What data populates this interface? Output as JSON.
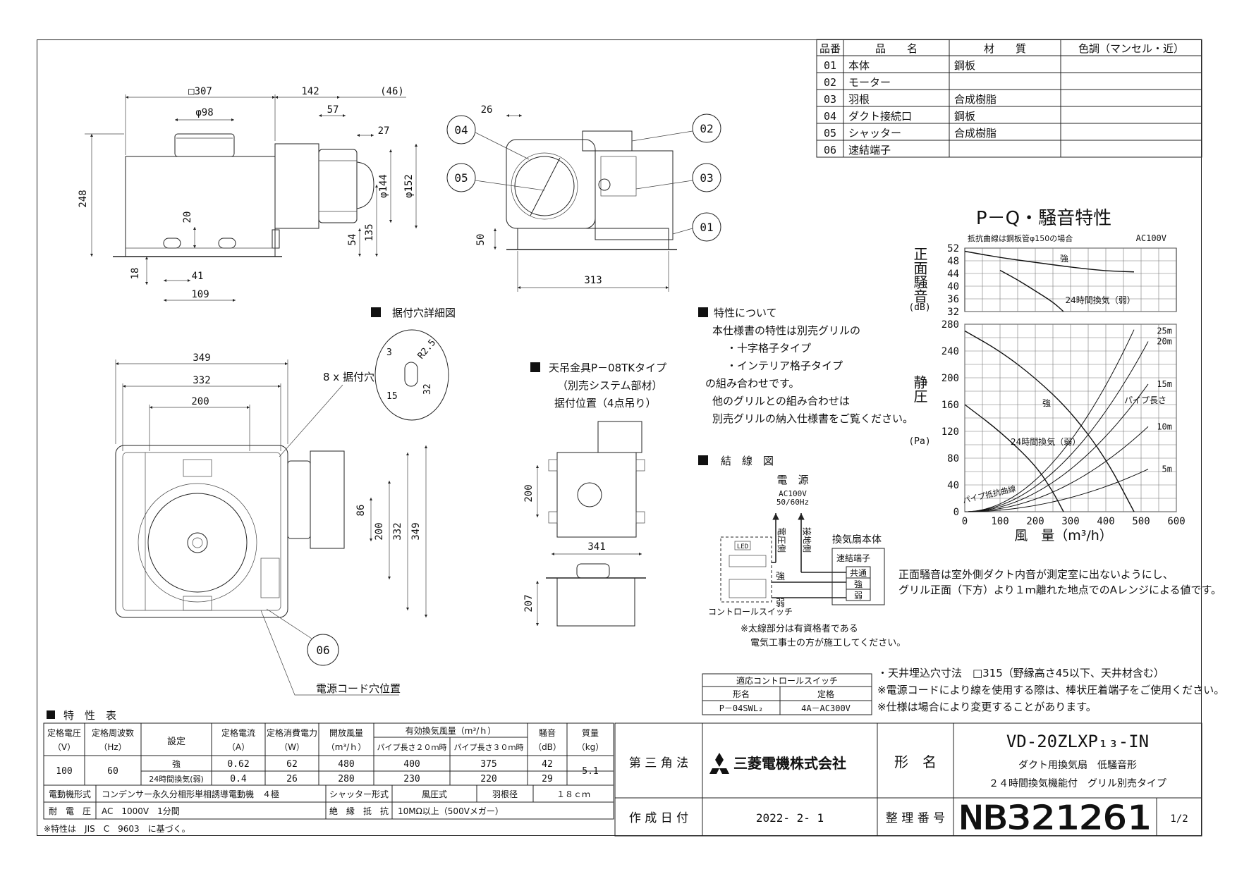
{
  "parts_table": {
    "headers": [
      "品番",
      "品　　名",
      "材　　質",
      "色調（マンセル・近）"
    ],
    "rows": [
      [
        "01",
        "本体",
        "鋼板",
        ""
      ],
      [
        "02",
        "モーター",
        "",
        ""
      ],
      [
        "03",
        "羽根",
        "合成樹脂",
        ""
      ],
      [
        "04",
        "ダクト接続口",
        "鋼板",
        ""
      ],
      [
        "05",
        "シャッター",
        "合成樹脂",
        ""
      ],
      [
        "06",
        "速結端子",
        "",
        ""
      ]
    ]
  },
  "dims_front": {
    "sq307": "□307",
    "d98": "φ98",
    "w142": "142",
    "p46": "(46)",
    "w57": "57",
    "w27": "27",
    "h248": "248",
    "d144": "φ144",
    "d152": "φ152",
    "h20": "20",
    "h54": "54",
    "h135": "135",
    "h18": "18",
    "w41": "41",
    "w109": "109"
  },
  "dims_side": {
    "w26": "26",
    "h50": "50",
    "w313": "313"
  },
  "callouts": [
    "04",
    "05",
    "02",
    "03",
    "01",
    "06"
  ],
  "dims_top": {
    "w349": "349",
    "w332": "332",
    "w200": "200",
    "h86": "86",
    "h200": "200",
    "h332": "332",
    "h349": "349",
    "holes": "8 x 据付穴",
    "cord": "電源コード穴位置"
  },
  "hole_detail": {
    "title": "据付穴詳細図",
    "d3": "3",
    "r25": "R2.5",
    "d15": "15",
    "w32": "32"
  },
  "hanger": {
    "title": "天吊金具P－08TKタイプ",
    "sub1": "（別売システム部材）",
    "sub2": "据付位置（4点吊り）",
    "h200": "200",
    "w341": "341",
    "h207": "207"
  },
  "features_note": {
    "title": "特性について",
    "lines": [
      "本仕様書の特性は別売グリルの",
      "・十字格子タイプ",
      "・インテリア格子タイプ",
      "の組み合わせです。",
      "他のグリルとの組み合わせは",
      "別売グリルの納入仕様書をご覧ください。"
    ]
  },
  "wiring": {
    "title": "結　線　図",
    "power": "電　源",
    "ac": "AC100V",
    "hz": "50/60Hz",
    "power_side": "電圧側",
    "ground_side": "接地側",
    "body": "換気扇本体",
    "terminal": "速結端子",
    "terms": [
      "共通",
      "強",
      "弱"
    ],
    "strong": "強",
    "weak": "弱",
    "led": "LED",
    "switch": "コントロールスイッチ",
    "note1": "※太線部分は有資格者である",
    "note2": "電気工事士の方が施工してください。"
  },
  "chart_data": {
    "type": "line",
    "title": "P－Q・騒音特性",
    "noise_panel": {
      "ylabel": "正面騒音",
      "yunit": "(dB)",
      "yticks": [
        32,
        36,
        40,
        44,
        48,
        52
      ],
      "note": "抵抗曲線は鋼板管φ150の場合",
      "supply": "AC100V",
      "series": [
        {
          "name": "強",
          "x": [
            0,
            100,
            200,
            300,
            400,
            480
          ],
          "y": [
            51,
            49,
            47.5,
            46,
            44.8,
            44.5
          ]
        },
        {
          "name": "24時間換気（弱）",
          "x": [
            100,
            150,
            200,
            250,
            280
          ],
          "y": [
            45,
            42,
            38.5,
            35,
            32
          ]
        }
      ]
    },
    "pq_panel": {
      "ylabel": "静圧",
      "yunit": "(Pa)",
      "yticks": [
        0,
        40,
        80,
        120,
        160,
        200,
        240,
        280
      ],
      "xticks": [
        0,
        100,
        200,
        300,
        400,
        500,
        600
      ],
      "xlabel": "風　量（m³/h）",
      "series": [
        {
          "name": "強",
          "x": [
            0,
            100,
            200,
            300,
            400,
            480
          ],
          "y": [
            270,
            240,
            200,
            150,
            80,
            0
          ]
        },
        {
          "name": "24時間換気（弱）",
          "x": [
            0,
            100,
            200,
            250,
            280
          ],
          "y": [
            160,
            120,
            70,
            30,
            0
          ]
        }
      ],
      "pipe_label": "パイプ長さ",
      "pipe_curves": [
        {
          "name": "25m",
          "k": 0.00118
        },
        {
          "name": "20m",
          "k": 0.00094
        },
        {
          "name": "15m",
          "k": 0.000705
        },
        {
          "name": "10m",
          "k": 0.00047
        },
        {
          "name": "5m",
          "k": 0.000235
        }
      ],
      "resist_label": "パイプ抵抗曲線"
    }
  },
  "chart_note": [
    "正面騒音は室外側ダクト内音が測定室に出ないようにし、",
    "グリル正面（下方）より１ｍ離れた地点でのAレンジによる値です。"
  ],
  "switch_table": {
    "title": "適応コントロールスイッチ",
    "headers": [
      "形名",
      "定格"
    ],
    "row": [
      "P－04SWL₂",
      "4A－AC300V"
    ]
  },
  "right_notes": [
    "・天井埋込穴寸法　□315（野縁高さ45以下、天井材含む）",
    "※電源コードにより線を使用する際は、棒状圧着端子をご使用ください。",
    "※仕様は場合により変更することがあります。"
  ],
  "spec_table": {
    "title": "特　性　表",
    "h_voltage": "定格電圧",
    "h_voltage_u": "（V）",
    "h_freq": "定格周波数",
    "h_freq_u": "（Hz）",
    "h_setting": "設定",
    "h_current": "定格電流",
    "h_current_u": "（A）",
    "h_power": "定格消費電力",
    "h_power_u": "（W）",
    "h_open": "開放風量",
    "h_open_u": "（m³/ｈ）",
    "h_eff": "有効換気風量（m³/ｈ）",
    "h_eff20": "パイプ長さ２０ｍ時",
    "h_eff30": "パイプ長さ３０ｍ時",
    "h_noise": "騒音",
    "h_noise_u": "（dB）",
    "h_mass": "質量",
    "h_mass_u": "（kg）",
    "voltage": "100",
    "freq": "60",
    "rows": [
      [
        "強",
        "0.62",
        "62",
        "480",
        "400",
        "375",
        "42"
      ],
      [
        "24時間換気(弱)",
        "0.4",
        "26",
        "280",
        "230",
        "220",
        "29"
      ]
    ],
    "mass": "5.1",
    "motor_label": "電動機形式",
    "motor": "コンデンサー永久分相形単相誘導電動機　４極",
    "shutter_label": "シャッター形式",
    "shutter": "風圧式",
    "blade_label": "羽根径",
    "blade": "１８ｃｍ",
    "withstand_label": "耐　電　圧",
    "withstand": "AC　1000V　1分間",
    "insul_label": "絶　縁　抵　抗",
    "insul": "10MΩ以上（500Vメガー）",
    "footnote": "※特性は　JIS　C　9603　に基づく。"
  },
  "title_block": {
    "projection": "第 三 角 法",
    "company": "三菱電機株式会社",
    "model_label": "形　名",
    "model": "VD-20ZLXP₁₃-IN",
    "desc1": "ダクト用換気扇　低騒音形",
    "desc2": "２４時間換気機能付　グリル別売タイプ",
    "date_label": "作 成 日 付",
    "date": "2022- 2- 1",
    "doc_label": "整 理 番 号",
    "doc_no": "NB321261",
    "page": "1/2"
  }
}
